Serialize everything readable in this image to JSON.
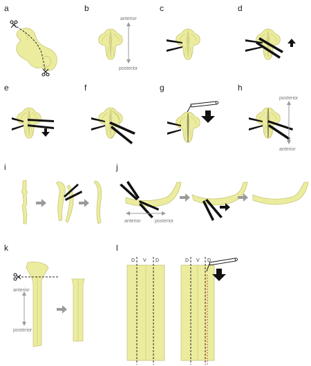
{
  "panels": {
    "a": {
      "letter": "a"
    },
    "b": {
      "letter": "b",
      "top_label": "anterior",
      "bottom_label": "posterior"
    },
    "c": {
      "letter": "c"
    },
    "d": {
      "letter": "d"
    },
    "e": {
      "letter": "e"
    },
    "f": {
      "letter": "f"
    },
    "g": {
      "letter": "g"
    },
    "h": {
      "letter": "h",
      "top_label": "posterior",
      "bottom_label": "anterior"
    },
    "i": {
      "letter": "i"
    },
    "j": {
      "letter": "j",
      "left_label": "anterior",
      "right_label": "posterior"
    },
    "k": {
      "letter": "k",
      "top_label": "anterior",
      "bottom_label": "posterior"
    },
    "l": {
      "letter": "l",
      "strip_labels": [
        "D",
        "V",
        "D"
      ]
    }
  },
  "colors": {
    "tissue_fill": "#ecec9e",
    "tissue_stroke": "#c7c67a",
    "tool": "#111111",
    "arrow_gray": "#9a9a9a",
    "cut_line": "#e0413c"
  },
  "icons": [
    "scissors-icon",
    "forceps-icon",
    "pipette-icon",
    "arrow-icon"
  ]
}
